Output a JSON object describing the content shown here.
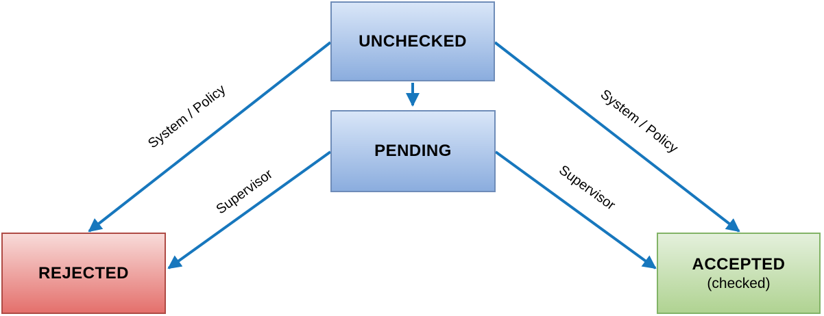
{
  "diagram": {
    "edge_color": "#1777bd",
    "nodes": [
      {
        "id": "unchecked",
        "label": "UNCHECKED",
        "sublabel": "",
        "fill_top": "#d9e6f8",
        "fill_bottom": "#8badde",
        "border": "#6e8cb8"
      },
      {
        "id": "pending",
        "label": "PENDING",
        "sublabel": "",
        "fill_top": "#d9e6f8",
        "fill_bottom": "#8badde",
        "border": "#6e8cb8"
      },
      {
        "id": "rejected",
        "label": "REJECTED",
        "sublabel": "",
        "fill_top": "#f8dbd9",
        "fill_bottom": "#e4706c",
        "border": "#ae4a44"
      },
      {
        "id": "accepted",
        "label": "ACCEPTED",
        "sublabel": "(checked)",
        "fill_top": "#e4f0dc",
        "fill_bottom": "#b0d392",
        "border": "#82b366"
      }
    ],
    "edges": [
      {
        "from": "unchecked",
        "to": "pending",
        "label": ""
      },
      {
        "from": "unchecked",
        "to": "rejected",
        "label": "System / Policy"
      },
      {
        "from": "unchecked",
        "to": "accepted",
        "label": "System / Policy"
      },
      {
        "from": "pending",
        "to": "rejected",
        "label": "Supervisor"
      },
      {
        "from": "pending",
        "to": "accepted",
        "label": "Supervisor"
      }
    ]
  }
}
